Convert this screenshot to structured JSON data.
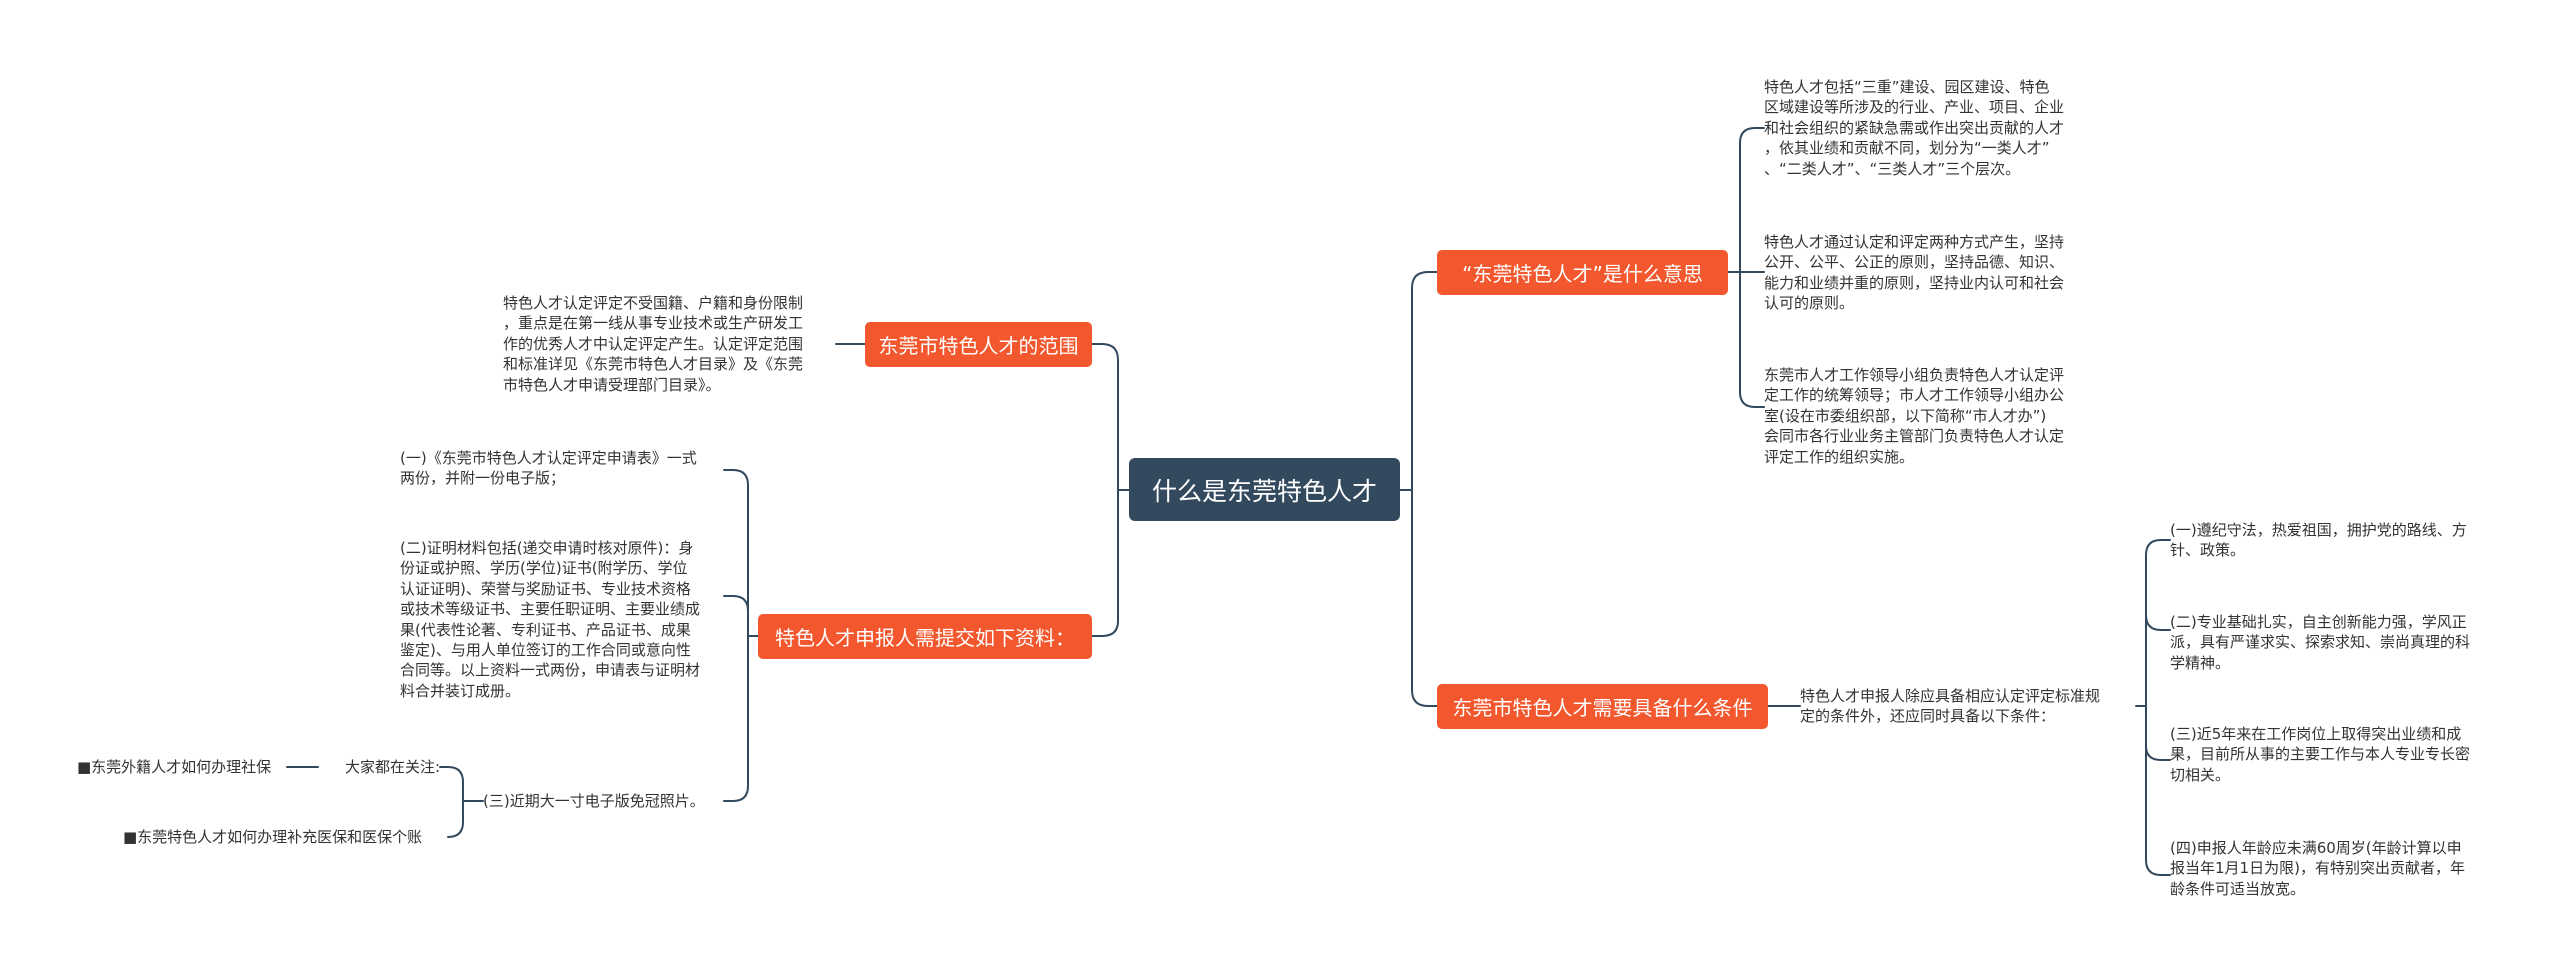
{
  "diagram": {
    "root": {
      "label": "什么是东莞特色人才"
    },
    "branches": {
      "meaning": {
        "label": "“东莞特色人才”是什么意思"
      },
      "scope": {
        "label": "东莞市特色人才的范围"
      },
      "materials": {
        "label": "特色人才申报人需提交如下资料："
      },
      "conditions": {
        "label": "东莞市特色人才需要具备什么条件"
      }
    },
    "leaves": {
      "meaning_1": "特色人才包括“三重”建设、园区建设、特色\n区域建设等所涉及的行业、产业、项目、企业\n和社会组织的紧缺急需或作出突出贡献的人才\n，依其业绩和贡献不同，划分为“一类人才”\n、“二类人才”、“三类人才”三个层次。",
      "meaning_2": "特色人才通过认定和评定两种方式产生，坚持\n公开、公平、公正的原则，坚持品德、知识、\n能力和业绩并重的原则，坚持业内认可和社会\n认可的原则。",
      "meaning_3": "东莞市人才工作领导小组负责特色人才认定评\n定工作的统筹领导；市人才工作领导小组办公\n室(设在市委组织部，以下简称“市人才办”)\n会同市各行业业务主管部门负责特色人才认定\n评定工作的组织实施。",
      "scope_1": "特色人才认定评定不受国籍、户籍和身份限制\n，重点是在第一线从事专业技术或生产研发工\n作的优秀人才中认定评定产生。认定评定范围\n和标准详见《东莞市特色人才目录》及《东莞\n市特色人才申请受理部门目录》。",
      "materials_1": "(一)《东莞市特色人才认定评定申请表》一式\n两份，并附一份电子版；",
      "materials_2": "(二)证明材料包括(递交申请时核对原件)：身\n份证或护照、学历(学位)证书(附学历、学位\n认证证明)、荣誉与奖励证书、专业技术资格\n或技术等级证书、主要任职证明、主要业绩成\n果(代表性论著、专利证书、产品证书、成果\n鉴定)、与用人单位签订的工作合同或意向性\n合同等。以上资料一式两份，申请表与证明材\n料合并装订成册。",
      "materials_3": "(三)近期大一寸电子版免冠照片。",
      "attention": "大家都在关注:",
      "attention_1": "■东莞外籍人才如何办理社保",
      "attention_2": "■东莞特色人才如何办理补充医保和医保个账",
      "conditions_intro": "特色人才申报人除应具备相应认定评定标准规\n定的条件外，还应同时具备以下条件：",
      "conditions_1": "(一)遵纪守法，热爱祖国，拥护党的路线、方\n针、政策。",
      "conditions_2": "(二)专业基础扎实，自主创新能力强，学风正\n派，具有严谨求实、探索求知、崇尚真理的科\n学精神。",
      "conditions_3": "(三)近5年来在工作岗位上取得突出业绩和成\n果，目前所从事的主要工作与本人专业专长密\n切相关。",
      "conditions_4": "(四)申报人年龄应未满60周岁(年龄计算以申\n报当年1月1日为限)，有特别突出贡献者，年\n龄条件可适当放宽。"
    },
    "colors": {
      "root": "#33495e",
      "branch": "#f2572d",
      "line": "#33495e",
      "text": "#333333"
    }
  }
}
